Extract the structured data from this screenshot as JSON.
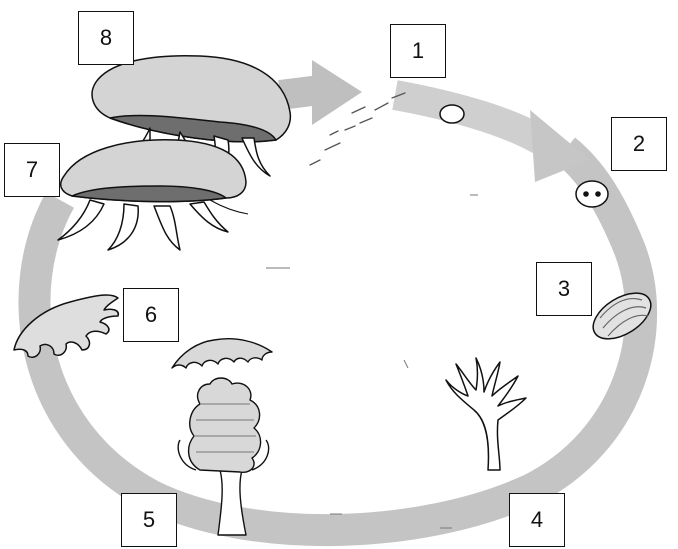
{
  "diagram": {
    "stages": [
      {
        "number": "1",
        "depicts": "egg"
      },
      {
        "number": "2",
        "depicts": "dividing-cell"
      },
      {
        "number": "3",
        "depicts": "planula-larva"
      },
      {
        "number": "4",
        "depicts": "polyp"
      },
      {
        "number": "5",
        "depicts": "strobila"
      },
      {
        "number": "6",
        "depicts": "ephyra"
      },
      {
        "number": "7",
        "depicts": "medusa"
      },
      {
        "number": "8",
        "depicts": "medusa"
      }
    ],
    "colors": {
      "cycle_ring": "#c4c4c4",
      "ink": "#111111",
      "body_fill": "#d9d9d9",
      "body_dark": "#6e6e6e"
    }
  }
}
